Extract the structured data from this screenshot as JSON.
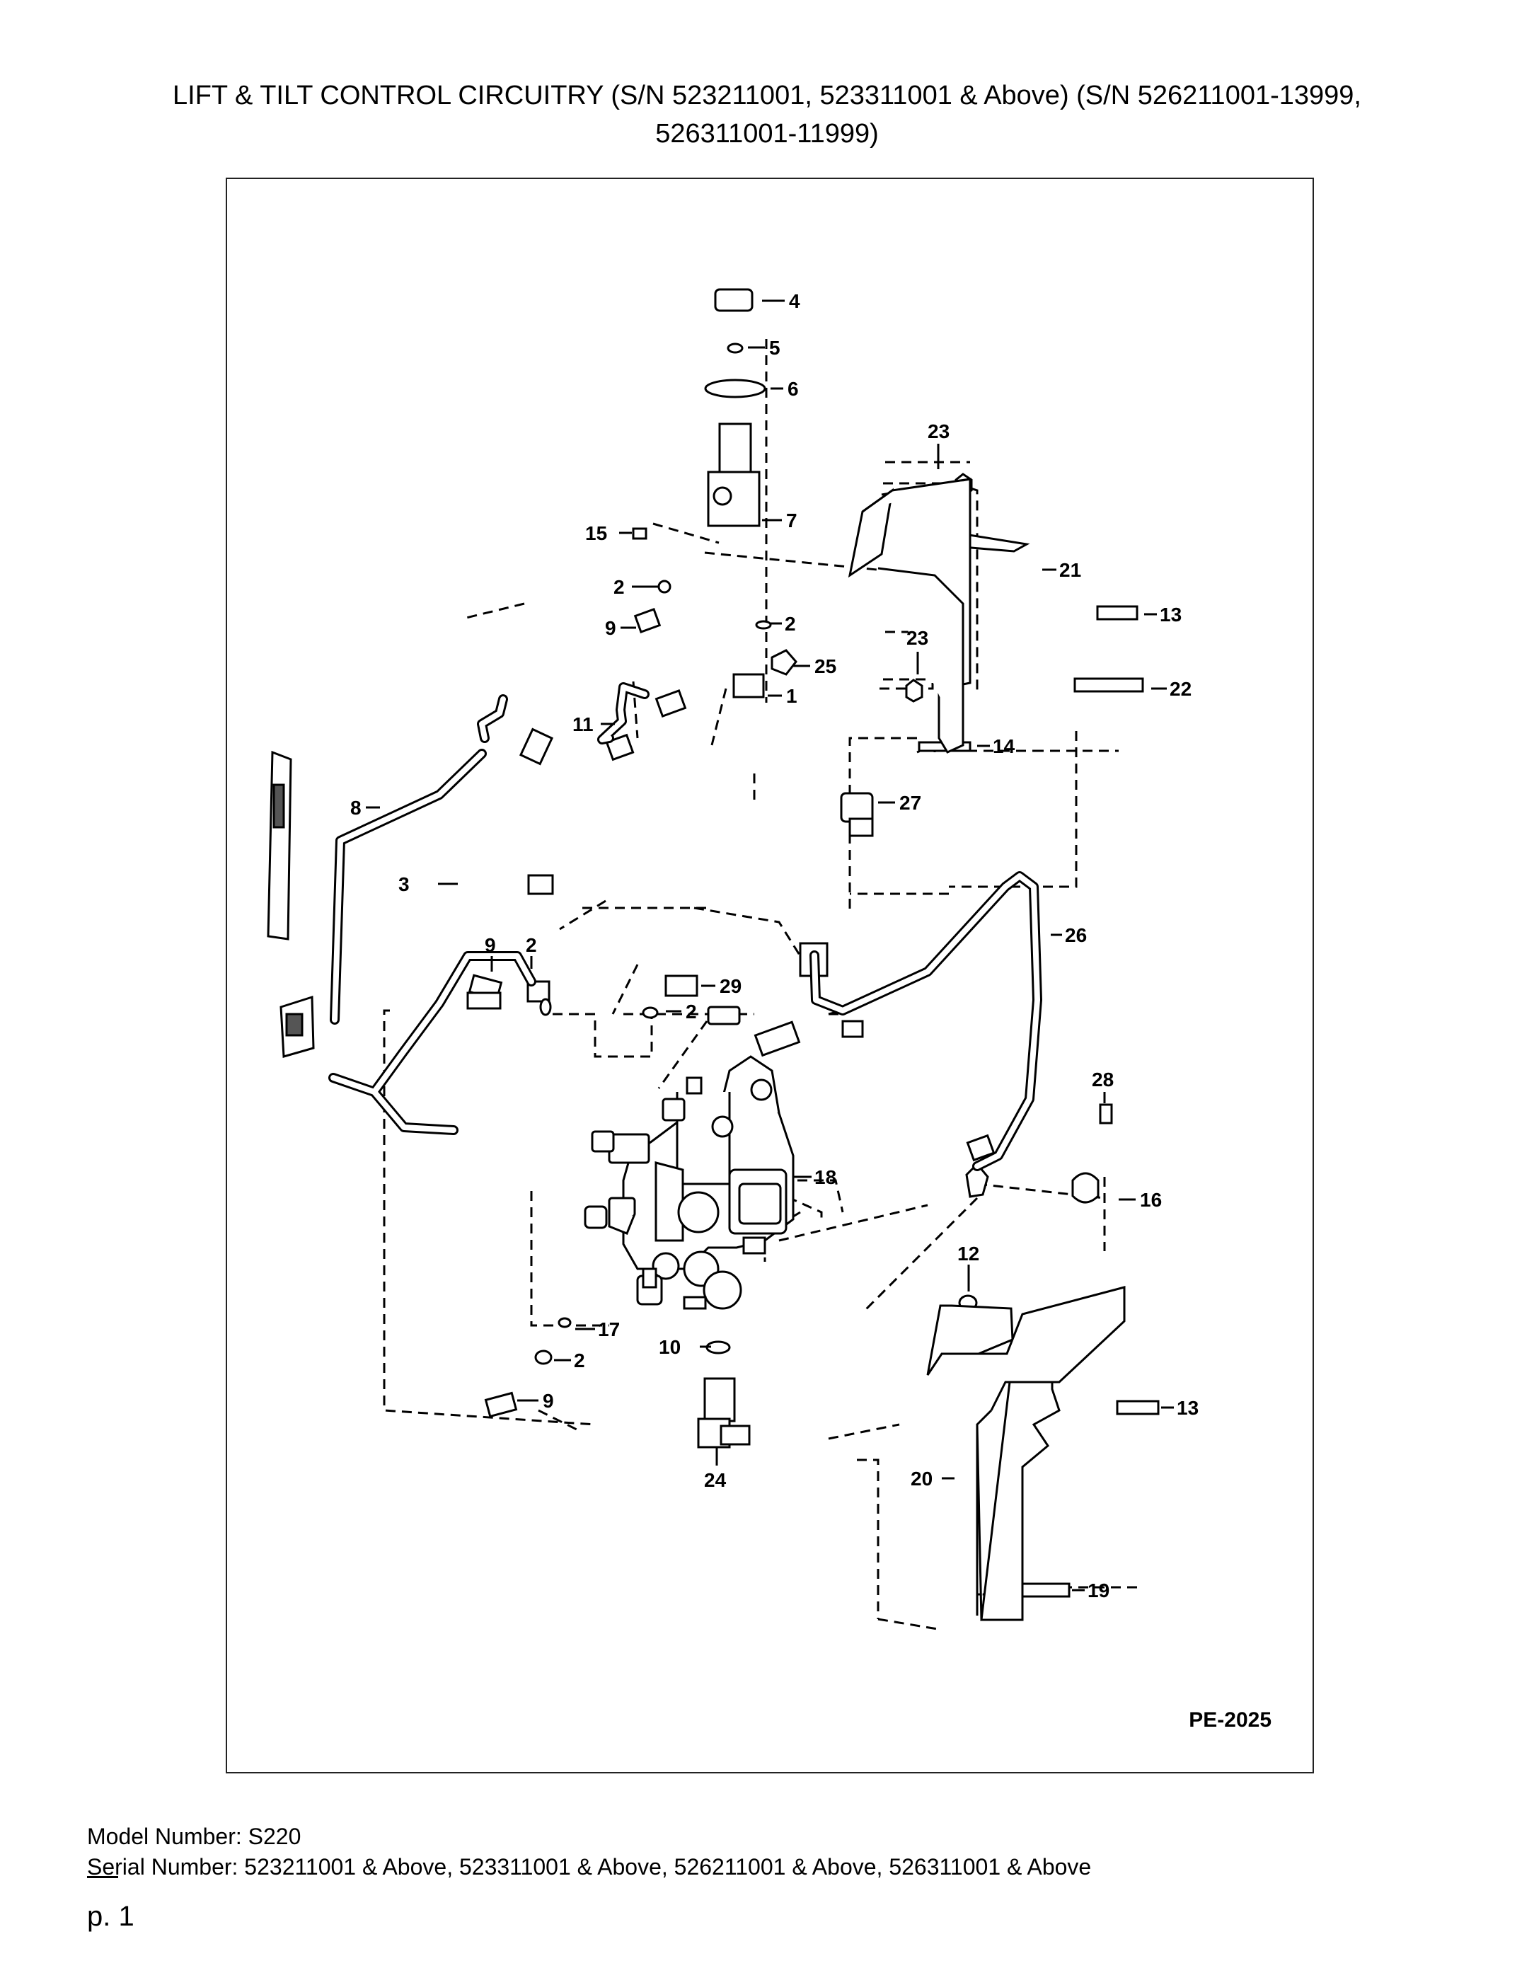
{
  "header": {
    "title_line1": "LIFT & TILT CONTROL CIRCUITRY (S/N 523211001, 523311001 & Above) (S/N 526211001-13999,",
    "title_line2": "526311001-11999)"
  },
  "diagram": {
    "drawing_code": "PE-2025",
    "callouts": [
      "1",
      "2",
      "3",
      "4",
      "5",
      "6",
      "7",
      "8",
      "9",
      "10",
      "11",
      "12",
      "13",
      "14",
      "15",
      "16",
      "17",
      "18",
      "19",
      "20",
      "21",
      "22",
      "23",
      "24",
      "25",
      "26",
      "27",
      "28",
      "29"
    ]
  },
  "footer": {
    "model_line": "Model Number: S220",
    "serial_line": "Serial Number: 523211001 & Above, 523311001 & Above, 526211001 & Above, 526311001 & Above",
    "page_label": "p. 1"
  }
}
